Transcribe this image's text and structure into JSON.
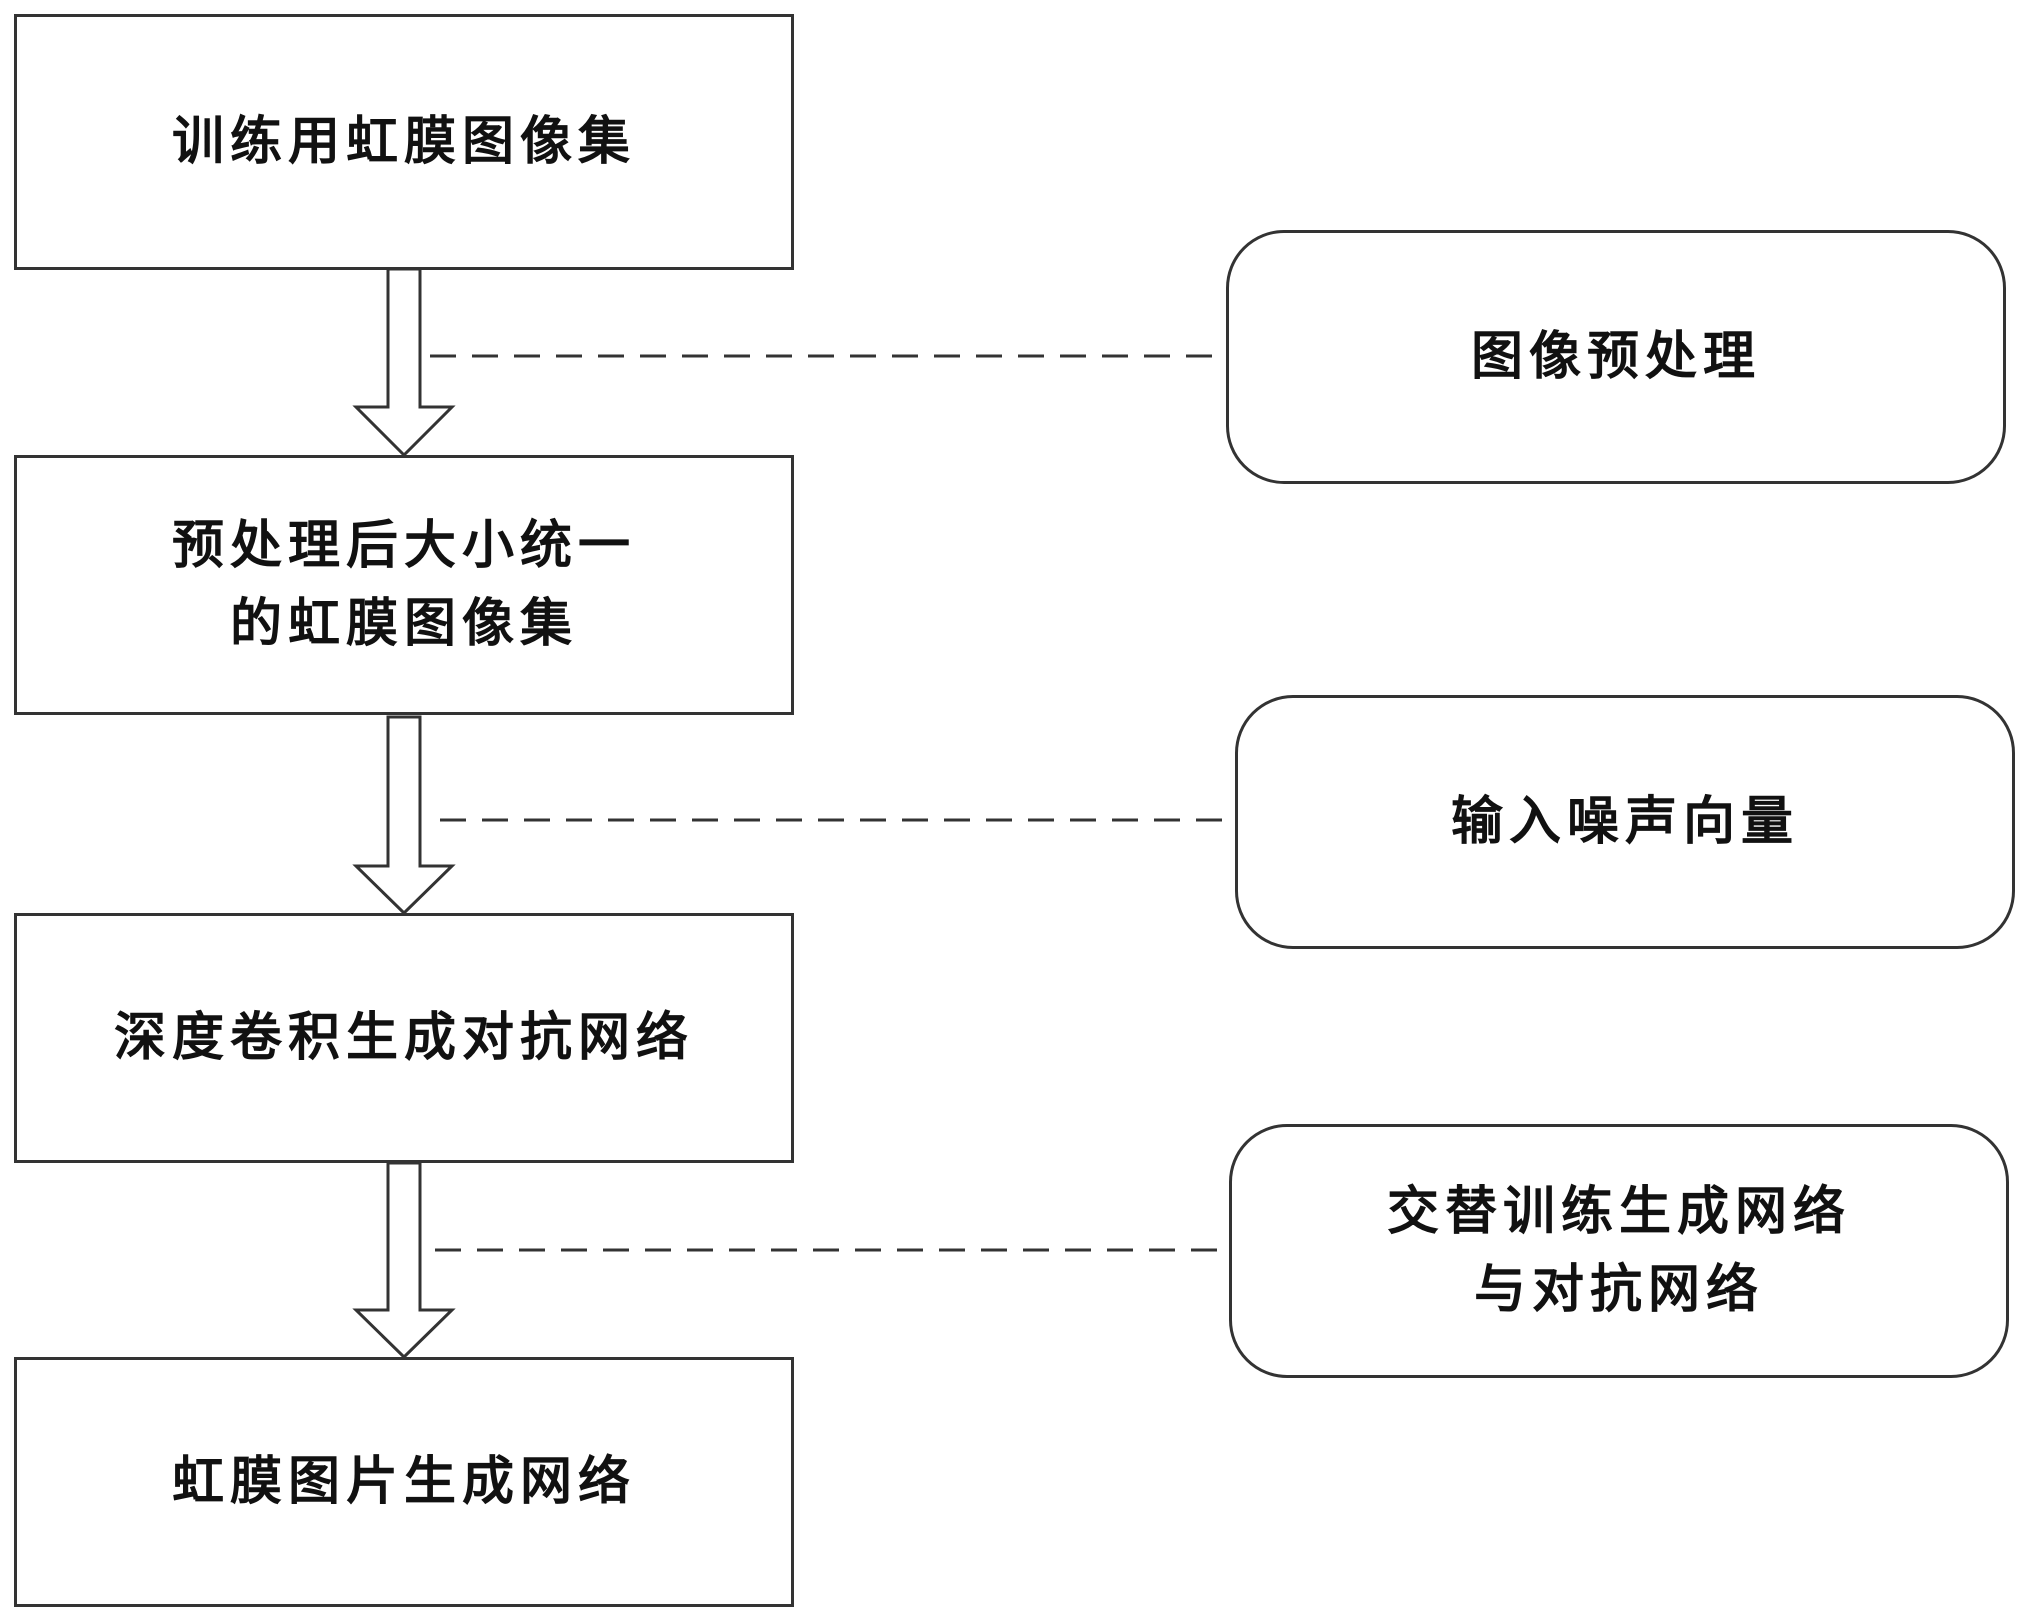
{
  "colors": {
    "stroke": "#333333",
    "text": "#111111",
    "background": "#ffffff"
  },
  "main_steps": [
    {
      "lines": [
        "训练用虹膜图像集"
      ]
    },
    {
      "lines": [
        "预处理后大小统一",
        "的虹膜图像集"
      ]
    },
    {
      "lines": [
        "深度卷积生成对抗网络"
      ]
    },
    {
      "lines": [
        "虹膜图片生成网络"
      ]
    }
  ],
  "side_notes": [
    {
      "lines": [
        "图像预处理"
      ]
    },
    {
      "lines": [
        "输入噪声向量"
      ]
    },
    {
      "lines": [
        "交替训练生成网络",
        "与对抗网络"
      ]
    }
  ]
}
